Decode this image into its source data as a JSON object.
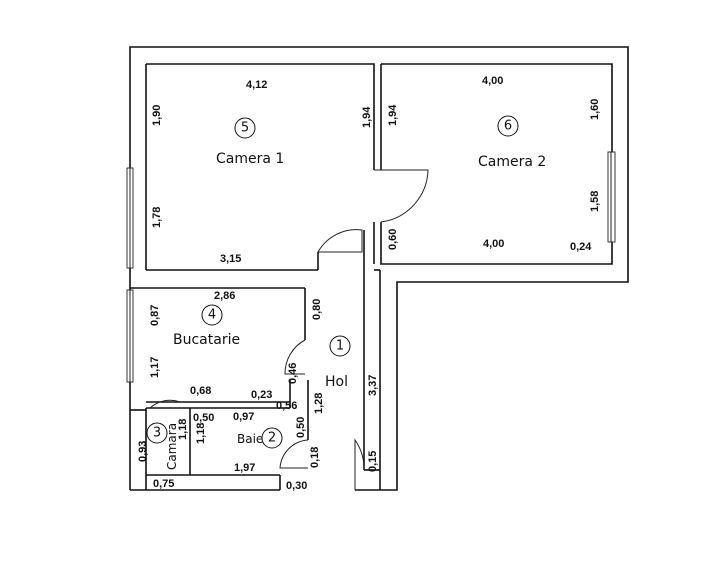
{
  "rooms": {
    "hol": {
      "number": "1",
      "name": "Hol"
    },
    "baie": {
      "number": "2",
      "name": "Baie"
    },
    "camara": {
      "number": "3",
      "name": "Camara"
    },
    "bucatarie": {
      "number": "4",
      "name": "Bucatarie"
    },
    "camera1": {
      "number": "5",
      "name": "Camera 1"
    },
    "camera2": {
      "number": "6",
      "name": "Camera 2"
    }
  },
  "dimensions": {
    "c1_top": "4,12",
    "c1_left_upper": "1,90",
    "c1_left_lower": "1,78",
    "c1_right": "1,94",
    "c1_bottom": "3,15",
    "c2_top": "4,00",
    "c2_left": "1,94",
    "c2_left_lower": "0,60",
    "c2_right_upper": "1,60",
    "c2_right_lower": "1,58",
    "c2_bottom": "4,00",
    "c2_bottom_right": "0,24",
    "buc_top": "2,86",
    "buc_left_upper": "0,87",
    "buc_left_lower": "1,17",
    "buc_right": "0,80",
    "buc_bottom": "0,68",
    "buc_notch": "0,23",
    "buc_door_side": "0,46",
    "hol_height": "3,37",
    "hol_lower": "1,28",
    "baie_top_left": "0,50",
    "baie_top": "0,97",
    "baie_side_a": "0,56",
    "baie_side_b": "0,50",
    "baie_left": "1,18",
    "baie_door": "0,18",
    "baie_bottom": "1,97",
    "camara_width": "0,75",
    "camara_height": "0,93",
    "camara_inner": "1,18",
    "entry_width": "0,30",
    "entry_side": "0,15"
  }
}
